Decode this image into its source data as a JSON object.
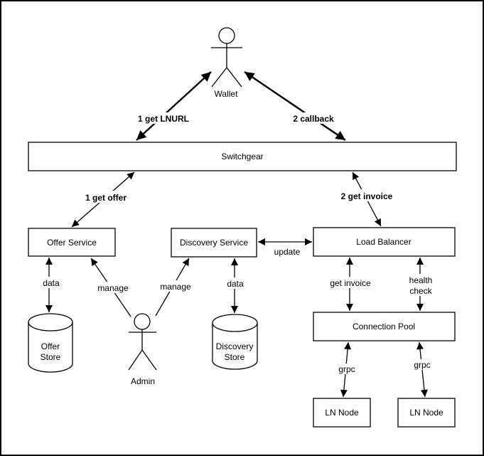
{
  "diagram": {
    "colors": {
      "stroke": "#000000",
      "background": "#ffffff"
    },
    "actors": {
      "wallet": {
        "label": "Wallet"
      },
      "admin": {
        "label": "Admin"
      }
    },
    "nodes": {
      "switchgear": {
        "label": "Switchgear",
        "shape": "rectangle"
      },
      "offer_service": {
        "label": "Offer Service",
        "shape": "rectangle"
      },
      "discovery_service": {
        "label": "Discovery Service",
        "shape": "rectangle"
      },
      "load_balancer": {
        "label": "Load Balancer",
        "shape": "rectangle"
      },
      "connection_pool": {
        "label": "Connection Pool",
        "shape": "rectangle"
      },
      "ln_node_left": {
        "label": "LN Node",
        "shape": "rectangle"
      },
      "ln_node_right": {
        "label": "LN Node",
        "shape": "rectangle"
      },
      "offer_store": {
        "label_line1": "Offer",
        "label_line2": "Store",
        "shape": "cylinder"
      },
      "discovery_store": {
        "label_line1": "Discovery",
        "label_line2": "Store",
        "shape": "cylinder"
      }
    },
    "edges": {
      "get_lnurl": {
        "label": "1 get LNURL",
        "from": "Switchgear",
        "to": "Wallet",
        "bold": true,
        "double_arrow": true
      },
      "callback": {
        "label": "2 callback",
        "from": "Wallet",
        "to": "Switchgear",
        "bold": true,
        "double_arrow": true
      },
      "get_offer": {
        "label": "1 get offer",
        "from": "Switchgear",
        "to": "Offer Service",
        "double_arrow": true
      },
      "get_invoice_upper": {
        "label": "2 get invoice",
        "from": "Switchgear",
        "to": "Load Balancer",
        "double_arrow": true
      },
      "offer_data": {
        "label": "data",
        "from": "Offer Service",
        "to": "Offer Store",
        "double_arrow": true
      },
      "manage_offer": {
        "label": "manage",
        "from": "Admin",
        "to": "Offer Service",
        "double_arrow": false
      },
      "manage_discovery": {
        "label": "manage",
        "from": "Admin",
        "to": "Discovery Service",
        "double_arrow": false
      },
      "discovery_data": {
        "label": "data",
        "from": "Discovery Service",
        "to": "Discovery Store",
        "double_arrow": true
      },
      "update": {
        "label": "update",
        "from": "Discovery Service",
        "to": "Load Balancer",
        "double_arrow": true
      },
      "get_invoice": {
        "label": "get invoice",
        "from": "Load Balancer",
        "to": "Connection Pool",
        "double_arrow": true
      },
      "health_check": {
        "label_line1": "health",
        "label_line2": "check",
        "from": "Load Balancer",
        "to": "Connection Pool",
        "double_arrow": true
      },
      "grpc_left": {
        "label": "grpc",
        "from": "Connection Pool",
        "to": "LN Node",
        "double_arrow": true
      },
      "grpc_right": {
        "label": "grpc",
        "from": "Connection Pool",
        "to": "LN Node",
        "double_arrow": true
      }
    }
  }
}
